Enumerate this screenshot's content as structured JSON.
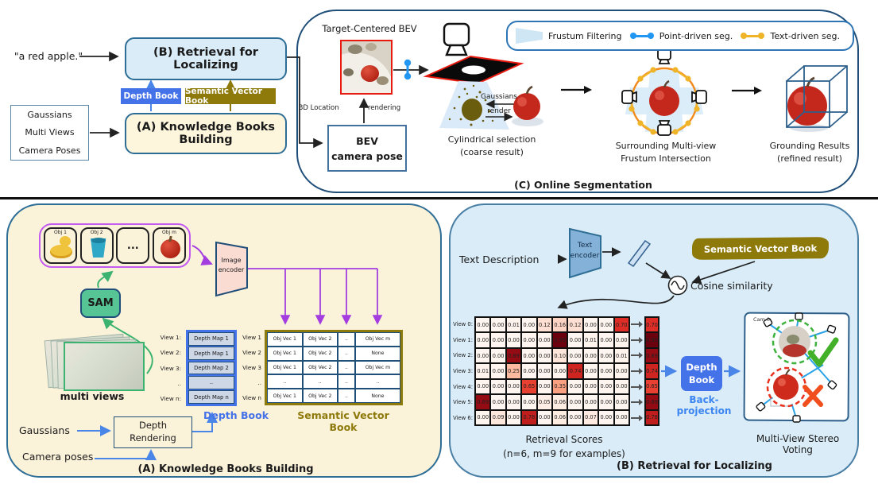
{
  "colors": {
    "accent_blue": "#4472e8",
    "accent_olive": "#8e7a0b",
    "panel_cream": "#fbf2da",
    "panel_lightblue": "#d9ecf8",
    "border_blue": "#2e6e96",
    "purple": "#a33de0",
    "green": "#3cb371",
    "point_seg_blue": "#2196f3",
    "text_seg_yellow": "#f0b429",
    "frustum_fill": "#cfe6f5",
    "heat_max_red": "#67000d"
  },
  "top": {
    "query_text": "\"a red apple.\"",
    "inputs_box": [
      "Gaussians",
      "Multi Views",
      "Camera Poses"
    ],
    "retrieval_box": "(B) Retrieval for Localizing",
    "knowledge_box": "(A) Knowledge Books Building",
    "depth_book_chip": "Depth Book",
    "semantic_book_chip": "Semantic Vector Book"
  },
  "panel_c": {
    "title": "(C) Online Segmentation",
    "bev_label": "Target-Centered BEV",
    "loc_label": "3D Location",
    "rendering_label": "rendering",
    "bev_pose_box": [
      "BEV",
      "camera pose"
    ],
    "gaussians_label": "Gaussians",
    "render_label": "render",
    "cyl_caption": [
      "Cylindrical selection",
      "(coarse result)"
    ],
    "surround_caption": [
      "Surrounding Multi-view",
      "Frustum Intersection"
    ],
    "grounding_caption": [
      "Grounding Results",
      "(refined result)"
    ],
    "legend": [
      {
        "icon": "frustum-icon",
        "label": "Frustum Filtering",
        "color": "#cfe6f5"
      },
      {
        "icon": "point-dumbbell-icon",
        "label": "Point-driven seg.",
        "color": "#2196f3"
      },
      {
        "icon": "text-dumbbell-icon",
        "label": "Text-driven seg.",
        "color": "#f0b429"
      }
    ]
  },
  "panel_a": {
    "title": "(A) Knowledge Books Building",
    "objects": [
      {
        "label": "Obj 1",
        "kind": "duck"
      },
      {
        "label": "Obj 2",
        "kind": "cup"
      },
      {
        "label": "...",
        "kind": "ellipsis"
      },
      {
        "label": "Obj m",
        "kind": "apple"
      }
    ],
    "sam_label": "SAM",
    "image_encoder": [
      "Image",
      "encoder"
    ],
    "multi_views_caption": "multi views",
    "depth_table": {
      "view_labels": [
        "View 1:",
        "View 2:",
        "View 3:",
        "..",
        "View n:"
      ],
      "rows": [
        "Depth Map 1",
        "Depth Map 1",
        "Depth Map 2",
        "..",
        "Depth Map n"
      ],
      "caption": "Depth Book"
    },
    "semantic_table": {
      "view_labels": [
        "View 1",
        "View 2",
        "View 3",
        "..",
        "View n"
      ],
      "rows": [
        [
          "Obj Vec 1",
          "Obj Vec 2",
          "..",
          "Obj Vec m"
        ],
        [
          "Obj Vec 1",
          "Obj Vec 2",
          "..",
          "None"
        ],
        [
          "Obj Vec 1",
          "Obj Vec 2",
          "..",
          "Obj Vec m"
        ],
        [
          "..",
          "..",
          "..",
          ".."
        ],
        [
          "Obj Vec 1",
          "Obj Vec 2",
          "..",
          "None"
        ]
      ],
      "caption": "Semantic Vector Book"
    },
    "gaussians_label": "Gaussians",
    "depth_rendering_box": [
      "Depth",
      "Rendering"
    ],
    "camera_poses_label": "Camera poses"
  },
  "panel_b": {
    "title": "(B) Retrieval for Localizing",
    "text_description": "Text Description",
    "text_encoder": [
      "Text",
      "encoder"
    ],
    "semantic_book_banner": "Semantic Vector Book",
    "cosine_label": "Cosine similarity",
    "scores_caption": [
      "Retrieval Scores",
      "(n=6, m=9 for examples)"
    ],
    "depth_book_box": [
      "Depth",
      "Book"
    ],
    "back_projection_label": "Back-projection",
    "cam_label": "Cam 0",
    "voting_caption": "Multi-View Stereo Voting"
  },
  "chart_data": {
    "type": "heatmap",
    "title": "Retrieval Scores",
    "subtitle": "(n=6, m=9 for examples)",
    "row_labels": [
      "View 0:",
      "View 1:",
      "View 2:",
      "View 3:",
      "View 4:",
      "View 5:",
      "View 6:"
    ],
    "values": [
      [
        0.0,
        0.0,
        0.01,
        0.0,
        0.12,
        0.16,
        0.12,
        0.0,
        0.0,
        0.7
      ],
      [
        0.0,
        0.0,
        0.0,
        0.0,
        0.0,
        0.99,
        0.0,
        0.01,
        0.0,
        0.0
      ],
      [
        0.0,
        0.0,
        0.89,
        0.0,
        0.0,
        0.1,
        0.0,
        0.0,
        0.0,
        0.01
      ],
      [
        0.01,
        0.0,
        0.25,
        0.0,
        0.0,
        0.0,
        0.74,
        0.0,
        0.0,
        0.0
      ],
      [
        0.0,
        0.0,
        0.0,
        0.65,
        0.0,
        0.35,
        0.0,
        0.0,
        0.0,
        0.0
      ],
      [
        0.89,
        0.0,
        0.0,
        0.0,
        0.05,
        0.06,
        0.0,
        0.0,
        0.0,
        0.0
      ],
      [
        0.0,
        0.09,
        0.0,
        0.78,
        0.0,
        0.06,
        0.0,
        0.07,
        0.0,
        0.0
      ]
    ],
    "row_max": [
      0.7,
      0.99,
      0.89,
      0.74,
      0.65,
      0.89,
      0.78
    ],
    "value_range": [
      0,
      1
    ],
    "colormap": "Reds"
  }
}
